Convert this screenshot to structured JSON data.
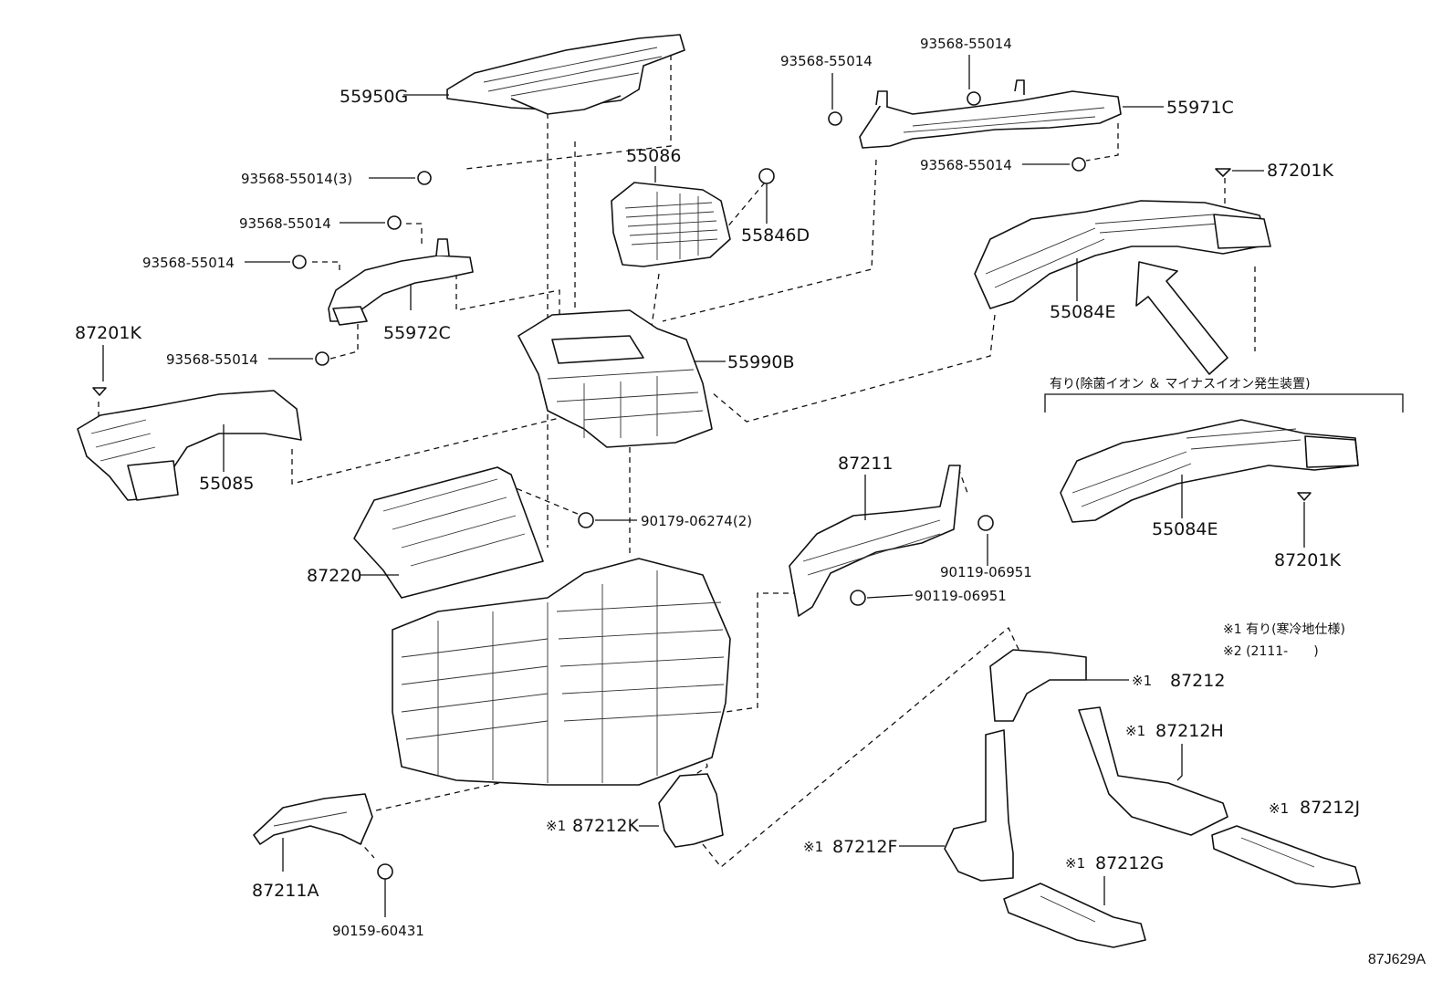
{
  "labels": {
    "p55950G": "55950G",
    "p93568_3": "93568-55014(3)",
    "p93568_a": "93568-55014",
    "p93568_b": "93568-55014",
    "p93568_c": "93568-55014",
    "p93568_d": "93568-55014",
    "p93568_e": "93568-55014",
    "p93568_f": "93568-55014",
    "p55971C": "55971C",
    "p55086": "55086",
    "p55846D": "55846D",
    "p87201K_top": "87201K",
    "p55972C": "55972C",
    "p87201K_left": "87201K",
    "p55084E_top": "55084E",
    "p55990B": "55990B",
    "p55085": "55085",
    "p87211": "87211",
    "p90179": "90179-06274(2)",
    "p87220": "87220",
    "p90119_a": "90119-06951",
    "p90119_b": "90119-06951",
    "p55084E_bot": "55084E",
    "p87201K_bot": "87201K",
    "p87212": "87212",
    "p87212H": "87212H",
    "p87212K": "87212K",
    "p87212J": "87212J",
    "p87212F": "87212F",
    "p87212G": "87212G",
    "p87211A": "87211A",
    "p90159": "90159-60431"
  },
  "notes": {
    "option_heading": "有り(除菌イオン ＆ マイナスイオン発生装置)",
    "note1": "※1 有り(寒冷地仕様)",
    "note2": "※2 (2111-　　)",
    "mark1": "※1"
  },
  "drawing_code": "87J629A"
}
